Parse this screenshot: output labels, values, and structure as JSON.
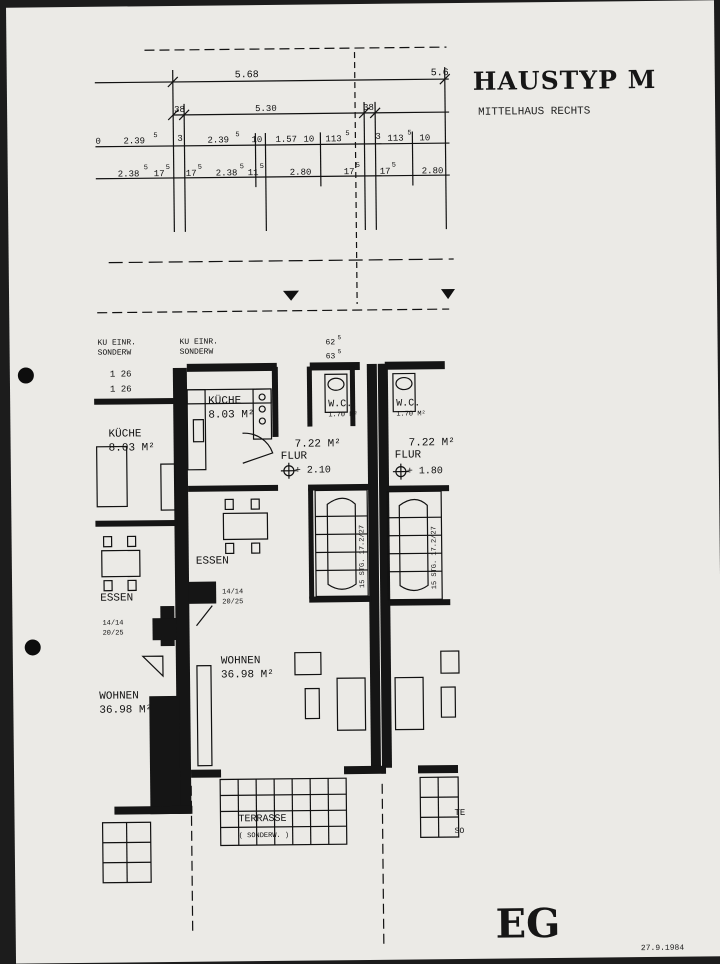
{
  "title": "HAUSTYP M",
  "subtitle": "MITTELHAUS RECHTS",
  "floor": "EG",
  "date": "27.9.1984",
  "dimensions": {
    "row1": [
      "5.68",
      "5.6"
    ],
    "row2": [
      "38",
      "5.30",
      "38"
    ],
    "row3": [
      "0",
      "2.39",
      "5",
      "3",
      "2.39",
      "5",
      "10",
      "1.57",
      "10",
      "113",
      "5",
      "3",
      "113",
      "5",
      "10"
    ],
    "row4": [
      "2.38",
      "5",
      "17",
      "5",
      "17",
      "5",
      "2.38",
      "5",
      "11",
      "5",
      "2.80",
      "17",
      "5",
      "17",
      "5",
      "2.80"
    ]
  },
  "rooms": {
    "left_kueche_note": "KU EINR.",
    "left_kueche_note2": "SONDERW",
    "center_kueche_note": "KU EINR.",
    "center_kueche_note2": "SONDERW",
    "window_dims": [
      "1 26",
      "1 26"
    ],
    "kueche_left": "KÜCHE",
    "kueche_left_area": "8.03 M²",
    "kueche": "KÜCHE",
    "kueche_area": "8.03 M²",
    "wc": "W.C.",
    "wc_area": "1.70 M²",
    "wc2": "W.C.",
    "wc2_area": "1.70 M²",
    "wc_dim1": "62",
    "wc_dim1b": "5",
    "wc_dim2": "63",
    "wc_dim2b": "5",
    "flur_area": "7.22 M²",
    "flur": "FLUR",
    "flur_level": "+ 2.10",
    "flur2_area": "7.22 M²",
    "flur2": "FLUR",
    "flur2_level": "+ 1.80",
    "stair": "15 STG. 17.2/27",
    "stair2": "15 STG. 17.2/27",
    "essen": "ESSEN",
    "essen_left": "ESSEN",
    "chimney_dims": "14/14",
    "chimney_dims2": "20/25",
    "chimney_left_dims": "14/14",
    "chimney_left_dims2": "20/25",
    "wohnen": "WOHNEN",
    "wohnen_area": "36.98 M²",
    "wohnen_left": "WOHNEN",
    "wohnen_left_area": "36.98 M²",
    "terrasse": "TERRASSE",
    "terrasse_note": "( SONDERW. )",
    "terrasse_right": "TE",
    "terrasse_right2": "SO"
  }
}
